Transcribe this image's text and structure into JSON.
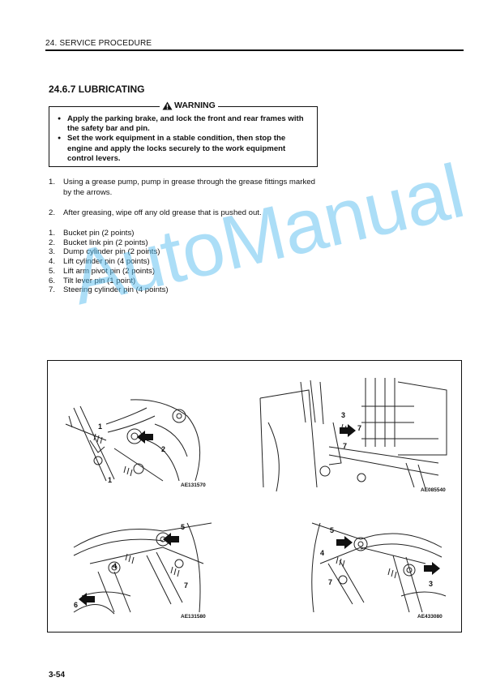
{
  "header": {
    "text": "24.  SERVICE PROCEDURE"
  },
  "section": {
    "title": "24.6.7 LUBRICATING"
  },
  "warning": {
    "label": "WARNING",
    "items": [
      "Apply the parking brake, and lock the front and rear frames with the safety bar and pin.",
      "Set the work equipment in a stable condition, then stop the engine and apply the locks securely to the work equipment control levers."
    ]
  },
  "steps": [
    {
      "num": "1.",
      "text": "Using a grease pump, pump in grease through the grease fittings marked by the arrows."
    },
    {
      "num": "2.",
      "text": "After greasing, wipe off any old grease that is pushed out."
    }
  ],
  "points": [
    {
      "num": "1.",
      "text": "Bucket pin (2 points)"
    },
    {
      "num": "2.",
      "text": "Bucket link pin (2 points)"
    },
    {
      "num": "3.",
      "text": "Dump cylinder pin (2 points)"
    },
    {
      "num": "4.",
      "text": "Lift cylinder pin (4 points)"
    },
    {
      "num": "5.",
      "text": "Lift arm pivot pin (2 points)"
    },
    {
      "num": "6.",
      "text": "Tilt lever pin (1 point)"
    },
    {
      "num": "7.",
      "text": "Steering cylinder pin (4 points)"
    }
  ],
  "figures": [
    {
      "code": "AE131570",
      "callouts": [
        "1",
        "2",
        "1"
      ]
    },
    {
      "code": "AE085540",
      "callouts": [
        "3",
        "7",
        "7"
      ]
    },
    {
      "code": "AE131580",
      "callouts": [
        "5",
        "4",
        "7",
        "6"
      ]
    },
    {
      "code": "AE433080",
      "callouts": [
        "5",
        "4",
        "7",
        "3"
      ]
    }
  ],
  "watermark": "AutoManual",
  "page_number": "3-54",
  "colors": {
    "watermark": "#5abef0",
    "ink": "#111111"
  }
}
